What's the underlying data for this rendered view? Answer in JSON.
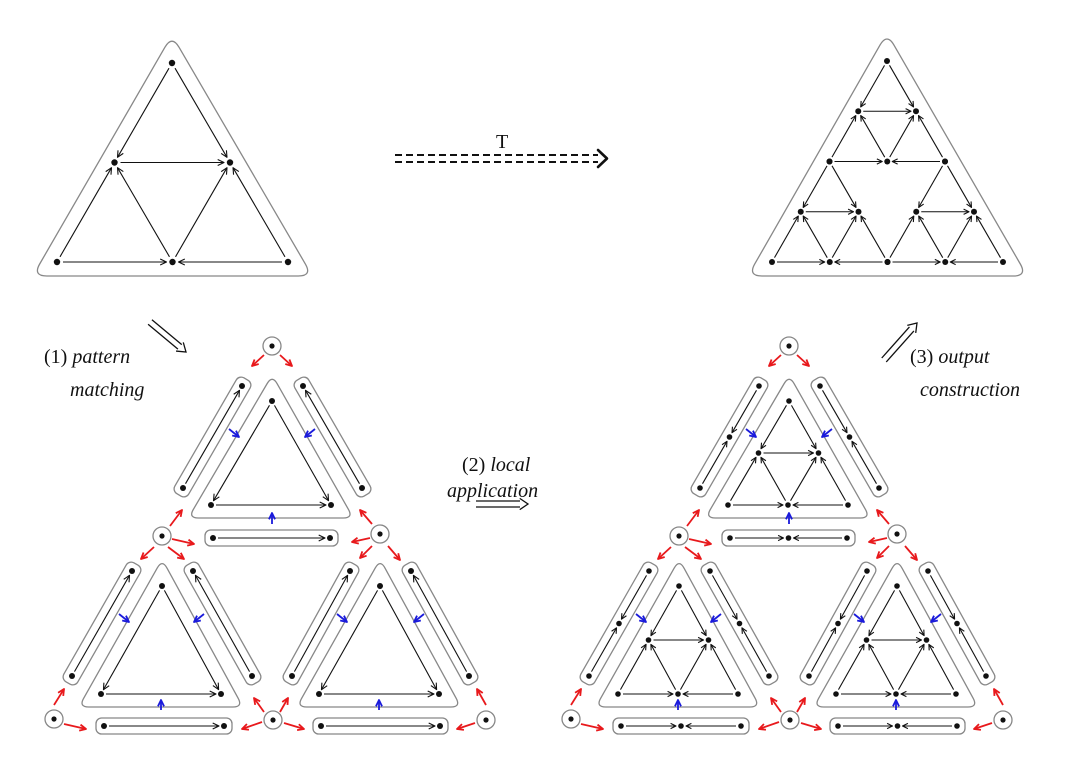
{
  "transform_label": "T",
  "steps": [
    {
      "number": "(1)",
      "line1": "pattern",
      "line2": "matching"
    },
    {
      "number": "(2)",
      "line1": "local",
      "line2": "application"
    },
    {
      "number": "(3)",
      "line1": "output",
      "line2": "construction"
    }
  ],
  "colors": {
    "edge": "#111111",
    "outline": "#888888",
    "red_arrow": "#e8191c",
    "blue_arrow": "#1a1adb"
  }
}
